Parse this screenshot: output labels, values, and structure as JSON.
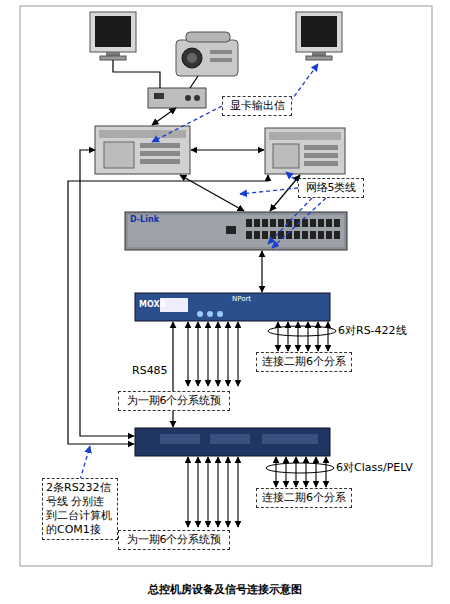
{
  "diagram": {
    "caption": "总控机房设备及信号连接示意图",
    "nodes": [
      {
        "text": [
          "显卡输出信"
        ]
      },
      {
        "text": [
          "网络5类线"
        ]
      },
      {
        "text": [
          "连接二期6个分系"
        ]
      },
      {
        "text": [
          "为一期6个分系统预"
        ]
      },
      {
        "text": [
          "连接二期6个分系"
        ]
      },
      {
        "text": [
          "2条RS232信号线 分别连到二台计算机的COM1接"
        ]
      },
      {
        "text": [
          "为一期6个分系统预"
        ]
      }
    ],
    "labels": [
      "D-Link",
      "MOXA",
      "NPort",
      "6对RS-422线",
      "RS485",
      "6对Class/PELV"
    ]
  }
}
